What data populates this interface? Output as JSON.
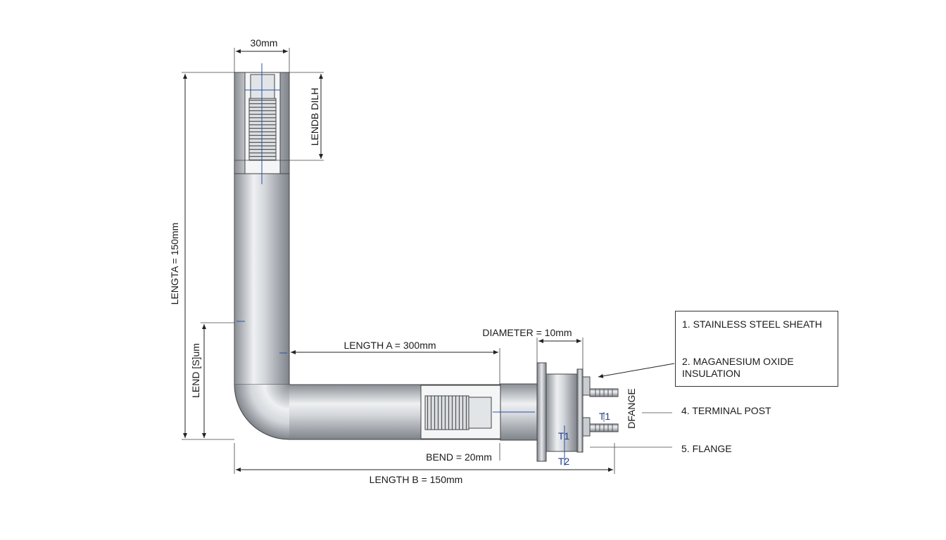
{
  "dimensions": {
    "top_width": "30mm",
    "top_length": "LENDB DILH",
    "left_length": "LENGTA = 150mm",
    "left_inner": "LEND [S]um",
    "length_a": "LENGTH A = 300mm",
    "diameter": "DIAMETER = 10mm",
    "bend": "BEND = 20mm",
    "length_b": "LENGTH B = 150mm",
    "flange_side": "DFANGE"
  },
  "terminals": {
    "t1_right": "T1",
    "t1_lower": "T1",
    "t2": "T2"
  },
  "legend": {
    "item1": "1. STAINLESS STEEL SHEATH",
    "item2": "2. MAGANESIUM OXIDE\n    INSULATION",
    "item4": "4. TERMINAL POST",
    "item5": "5. FLANGE"
  },
  "colors": {
    "tube_dark": "#8e9399",
    "tube_light": "#eceef0",
    "annotation_blue": "#1f3d8a"
  }
}
